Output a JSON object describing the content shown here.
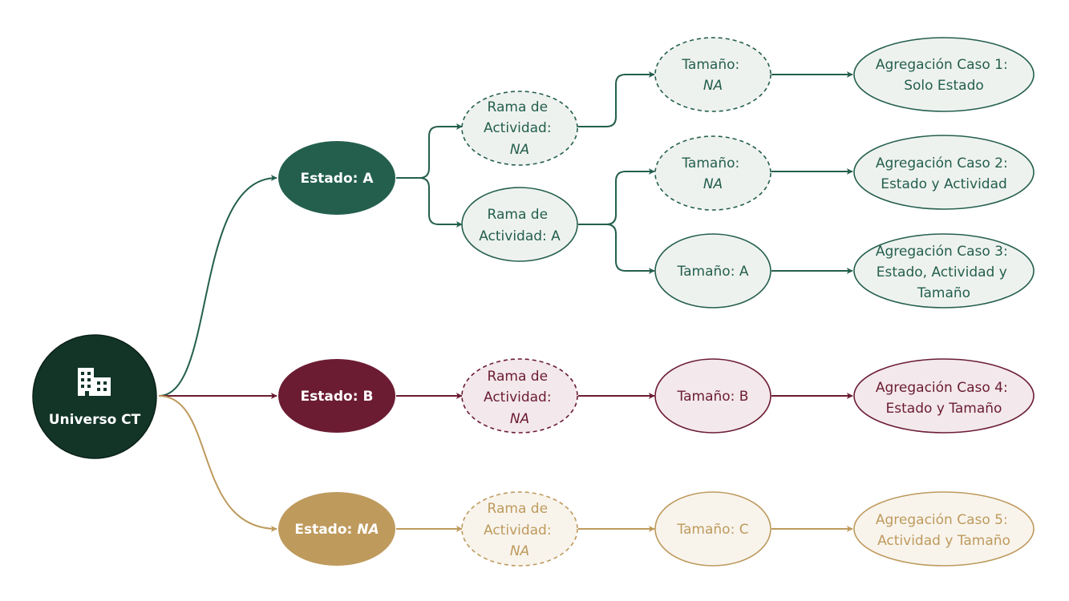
{
  "colors": {
    "root_fill": "#123528",
    "green": "#245F4E",
    "green_soft": "#EEF2EF",
    "maroon": "#6B1C33",
    "maroon_soft": "#F3E8EB",
    "gold": "#BE9A5D",
    "gold_soft": "#F8F4EC",
    "white": "#FFFFFF"
  },
  "root": {
    "label": "Universo CT",
    "icon": "building-icon"
  },
  "estado": {
    "a": {
      "prefix": "Estado: ",
      "value": "A"
    },
    "b": {
      "prefix": "Estado: ",
      "value": "B"
    },
    "na": {
      "prefix": "Estado: ",
      "value": "NA"
    }
  },
  "rama": {
    "line1": "Rama de",
    "line2": "Actividad:",
    "na": "NA",
    "a_line2": "Actividad: A"
  },
  "tamano": {
    "label": "Tamaño:",
    "na": "NA",
    "a": "Tamaño: A",
    "b": "Tamaño: B",
    "c": "Tamaño: C"
  },
  "agregacion": {
    "c1": [
      "Agregación Caso 1:",
      "Solo Estado"
    ],
    "c2": [
      "Agregación Caso 2:",
      "Estado y Actividad"
    ],
    "c3": [
      "Agregación Caso 3:",
      "Estado, Actividad y",
      "Tamaño"
    ],
    "c4": [
      "Agregación Caso 4:",
      "Estado y Tamaño"
    ],
    "c5": [
      "Agregación Caso 5:",
      "Actividad y Tamaño"
    ]
  }
}
